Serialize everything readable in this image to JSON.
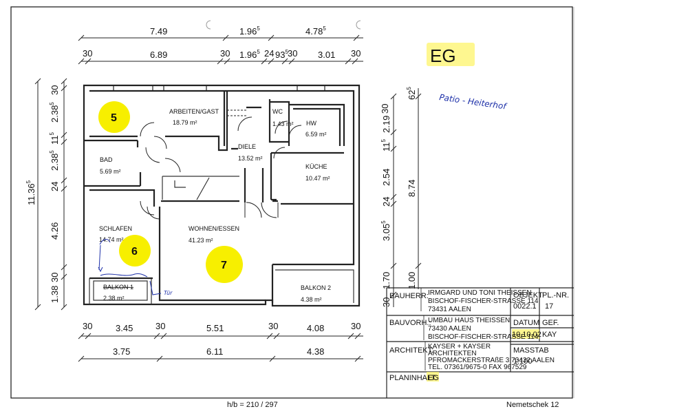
{
  "floor_label": "EG",
  "handwritten_note": "Patio - Heiterhof",
  "sheet_format": "h/b = 210 / 297",
  "software": "Nemetschek 12",
  "top_dimensions": {
    "row1": [
      "7.49",
      "1.96",
      "4.78"
    ],
    "row1_sup": [
      "",
      "5",
      "5"
    ],
    "row2": [
      "30",
      "6.89",
      "30",
      "1.96",
      "24",
      "93",
      "30",
      "3.01",
      "30"
    ],
    "row2_sup": [
      "",
      "",
      "",
      "5",
      "",
      "5",
      "",
      "",
      ""
    ]
  },
  "bottom_dimensions": {
    "row1": [
      "30",
      "3.45",
      "30",
      "5.51",
      "30",
      "4.08",
      "30"
    ],
    "row2": [
      "3.75",
      "6.11",
      "4.38"
    ]
  },
  "left_dimensions": {
    "overall": "11.36",
    "overall_sup": "5",
    "parts": [
      "30",
      "2.38",
      "11",
      "2.38",
      "24",
      "4.26",
      "30",
      "1.38"
    ],
    "parts_sup": [
      "",
      "5",
      "5",
      "5",
      "",
      "",
      "",
      ""
    ]
  },
  "right_dimensions": {
    "parts": [
      "30",
      "2.19",
      "11",
      "2.54",
      "24",
      "3.05",
      "1.70",
      "30"
    ],
    "parts_sup": [
      "",
      "",
      "5",
      "",
      "",
      "5",
      "",
      ""
    ],
    "top": "62",
    "top_sup": "5",
    "overall": "8.74",
    "extra": "1.00"
  },
  "rooms": [
    {
      "name": "ARBEITEN/GAST",
      "area": "18.79 m²"
    },
    {
      "name": "BAD",
      "area": "5.69 m²"
    },
    {
      "name": "WC",
      "area": "1.43 m²"
    },
    {
      "name": "HW",
      "area": "6.59 m²"
    },
    {
      "name": "DIELE",
      "area": "13.52 m²"
    },
    {
      "name": "KÜCHE",
      "area": "10.47 m²"
    },
    {
      "name": "SCHLAFEN",
      "area": "14.74 m²"
    },
    {
      "name": "WOHNEN/ESSEN",
      "area": "41.23 m²"
    },
    {
      "name": "BALKON 1",
      "area": "2.38 m²"
    },
    {
      "name": "BALKON 2",
      "area": "4.38 m²"
    }
  ],
  "badges": [
    "5",
    "6",
    "7"
  ],
  "door_note": "Tür",
  "title_block": {
    "bauherr_label": "BAUHERR:",
    "bauherr_lines": [
      "IRMGARD UND TONI THEISSEN",
      "BISCHOF-FISCHER-STRASSE 114",
      "73431 AALEN"
    ],
    "bauvorh_label": "BAUVORH.:",
    "bauvorh_lines": [
      "UMBAU HAUS THEISSEN",
      "73430 AALEN",
      "BISCHOF-FISCHER-STRASSE 114"
    ],
    "architekt_label": "ARCHITEKT:",
    "architekt_lines": [
      "KAYSER + KAYSER",
      "ARCHITEKTEN",
      "PFROMACKERSTRAßE 3 73432 AALEN",
      "TEL. 07361/9675-0     FAX 967529"
    ],
    "planinhalt_label": "PLANINHALT:",
    "planinhalt_value": "EG",
    "objekt_label": "OBJEKT",
    "objekt_value": "0022.1",
    "plnr_label": "PL.-NR.",
    "plnr_value": "17",
    "datum_label": "DATUM",
    "datum_value": "10.10.02",
    "gef_label": "GEF.",
    "gef_value": "KAY",
    "masstab_label": "MASSTAB",
    "masstab_value": "1:100"
  }
}
